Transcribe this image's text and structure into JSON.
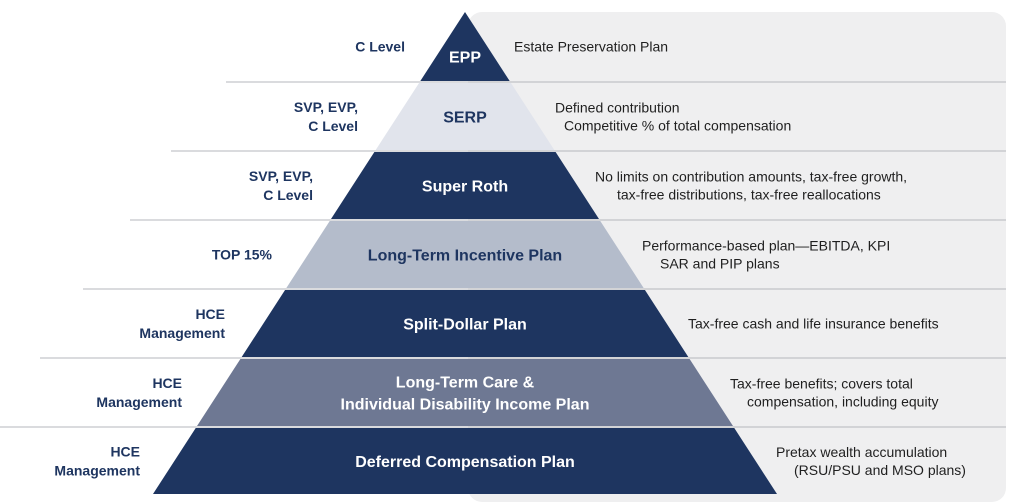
{
  "colors": {
    "panel": "#efeff0",
    "rule": "#b5b7bc",
    "dark": "#1e3560",
    "light": "#e1e4ec",
    "mid": "#b4bccb",
    "slate": "#6e7893",
    "left_text": "#1e3560",
    "right_text": "#1f1f1f",
    "on_dark": "#ffffff",
    "on_light": "#1e3560"
  },
  "tiers": [
    {
      "label": "EPP",
      "audience": [
        "C Level"
      ],
      "description": [
        "Estate Preservation Plan"
      ],
      "fill": "dark"
    },
    {
      "label": "SERP",
      "audience": [
        "SVP, EVP,",
        "C Level"
      ],
      "description": [
        "Defined contribution",
        "Competitive % of total compensation"
      ],
      "fill": "light"
    },
    {
      "label": "Super Roth",
      "audience": [
        "SVP, EVP,",
        "C Level"
      ],
      "description": [
        "No limits on contribution amounts, tax-free growth,",
        "tax-free distributions, tax-free reallocations"
      ],
      "fill": "dark"
    },
    {
      "label": "Long-Term Incentive Plan",
      "audience": [
        "TOP 15%"
      ],
      "description": [
        "Performance-based plan—EBITDA, KPI",
        "SAR and PIP plans"
      ],
      "fill": "mid"
    },
    {
      "label": "Split-Dollar Plan",
      "audience": [
        "HCE",
        "Management"
      ],
      "description": [
        "Tax-free cash and life insurance benefits"
      ],
      "fill": "dark"
    },
    {
      "label": "Long-Term Care &\nIndividual Disability Income Plan",
      "audience": [
        "HCE",
        "Management"
      ],
      "description": [
        "Tax-free benefits; covers total",
        "compensation, including equity"
      ],
      "fill": "slate"
    },
    {
      "label": "Deferred Compensation Plan",
      "audience": [
        "HCE",
        "Management"
      ],
      "description": [
        "Pretax wealth accumulation",
        "(RSU/PSU and MSO plans)"
      ],
      "fill": "dark"
    }
  ]
}
